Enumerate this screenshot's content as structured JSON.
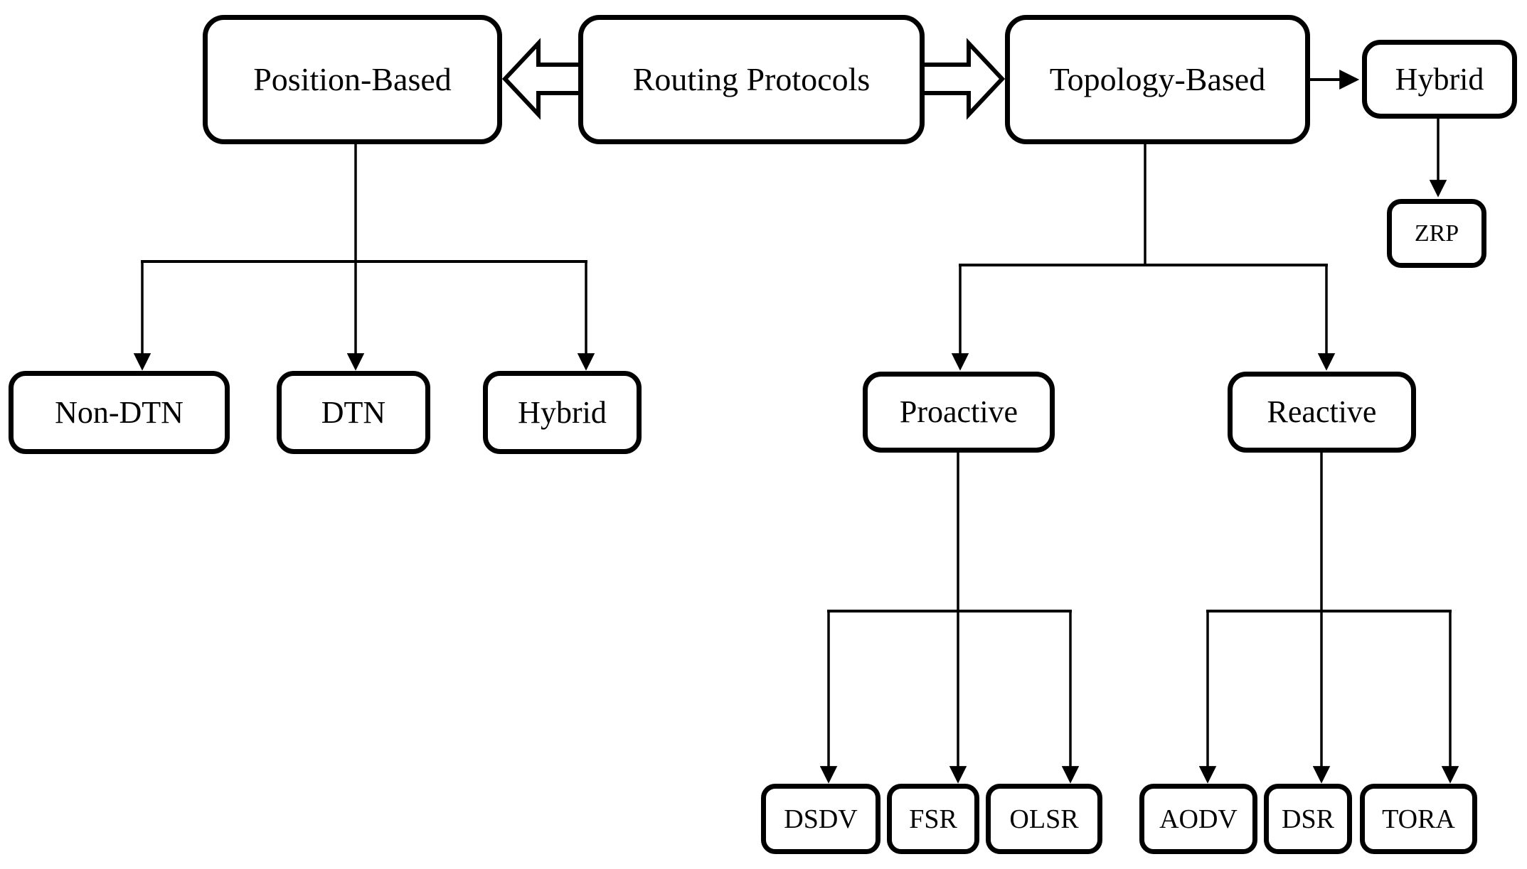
{
  "diagram": {
    "title": "Routing Protocols classification",
    "background_color": "#ffffff",
    "line_color": "#000000",
    "box_fill": "#ffffff",
    "box_border_color": "#000000",
    "nodes": {
      "routing_protocols": {
        "label": "Routing Protocols"
      },
      "position_based": {
        "label": "Position-Based"
      },
      "topology_based": {
        "label": "Topology-Based"
      },
      "hybrid_topology": {
        "label": "Hybrid"
      },
      "zrp": {
        "label": "ZRP"
      },
      "non_dtn": {
        "label": "Non-DTN"
      },
      "dtn": {
        "label": "DTN"
      },
      "hybrid_position": {
        "label": "Hybrid"
      },
      "proactive": {
        "label": "Proactive"
      },
      "reactive": {
        "label": "Reactive"
      },
      "dsdv": {
        "label": "DSDV"
      },
      "fsr": {
        "label": "FSR"
      },
      "olsr": {
        "label": "OLSR"
      },
      "aodv": {
        "label": "AODV"
      },
      "dsr": {
        "label": "DSR"
      },
      "tora": {
        "label": "TORA"
      }
    },
    "relations": [
      {
        "from": "Routing Protocols",
        "to": "Position-Based",
        "style": "block-arrow"
      },
      {
        "from": "Routing Protocols",
        "to": "Topology-Based",
        "style": "block-arrow"
      },
      {
        "from": "Topology-Based",
        "to": "Hybrid",
        "style": "arrow"
      },
      {
        "from": "Hybrid",
        "to": "ZRP",
        "style": "arrow"
      },
      {
        "from": "Position-Based",
        "to": "Non-DTN",
        "style": "arrow"
      },
      {
        "from": "Position-Based",
        "to": "DTN",
        "style": "arrow"
      },
      {
        "from": "Position-Based",
        "to": "Hybrid",
        "style": "arrow"
      },
      {
        "from": "Topology-Based",
        "to": "Proactive",
        "style": "arrow"
      },
      {
        "from": "Topology-Based",
        "to": "Reactive",
        "style": "arrow"
      },
      {
        "from": "Proactive",
        "to": "DSDV",
        "style": "arrow"
      },
      {
        "from": "Proactive",
        "to": "FSR",
        "style": "arrow"
      },
      {
        "from": "Proactive",
        "to": "OLSR",
        "style": "arrow"
      },
      {
        "from": "Reactive",
        "to": "AODV",
        "style": "arrow"
      },
      {
        "from": "Reactive",
        "to": "DSR",
        "style": "arrow"
      },
      {
        "from": "Reactive",
        "to": "TORA",
        "style": "arrow"
      }
    ]
  }
}
